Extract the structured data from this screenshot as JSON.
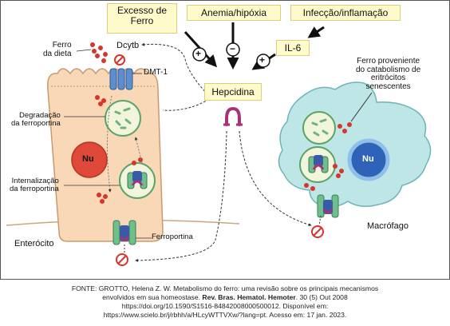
{
  "header": {
    "excesso_ferro": "Excesso de\nFerro",
    "anemia": "Anemia/hipóxia",
    "infeccao": "Infecção/inflamação",
    "il6": "IL-6"
  },
  "center": {
    "hepcidina": "Hepcidina",
    "sign_plus_left": "+",
    "sign_minus": "−",
    "sign_plus_right": "+"
  },
  "enterocyte": {
    "ferro_dieta": "Ferro\nda dieta",
    "dcytb": "Dcytb",
    "dmt1": "DMT-1",
    "degradacao": "Degradação\nda ferroportina",
    "nucleus": "Nu",
    "internalizacao": "Internalização\nda ferroportina",
    "ferroportina": "Ferroportina",
    "title": "Enterócito"
  },
  "macrophage": {
    "ferro_proveniente": "Ferro proveniente\ndo catabolismo de\neritrócitos\nsenescentes",
    "nucleus": "Nu",
    "title": "Macrófago"
  },
  "caption": {
    "line1": "FONTE: GROTTO, Helena Z. W. Metabolismo do ferro: uma revisão sobre os principais mecanismos",
    "line2_a": "envolvidos em sua homeostase. ",
    "line2_b": "Rev. Bras. Hematol. Hemoter",
    "line2_c": ". 30 (5) Out 2008",
    "line3": "https://doi.org/10.1590/S1516-84842008000500012.  Disponível em:",
    "line4": "https://www.scielo.br/j/rbhh/a/HLcyWTTVXw/?lang=pt. Acesso em: 17 jan. 2023."
  },
  "colors": {
    "enterocyte_fill": "#f8d8b6",
    "enterocyte_stroke": "#c79a70",
    "macrophage_fill": "#bfe6e6",
    "macrophage_stroke": "#6fb3b8",
    "nucleus_red": "#e0483a",
    "nucleus_blue": "#2f63b8",
    "iron_dot": "#d8342c",
    "vesicle_fill": "#f2f5dc",
    "label_box": "#fffacc"
  }
}
